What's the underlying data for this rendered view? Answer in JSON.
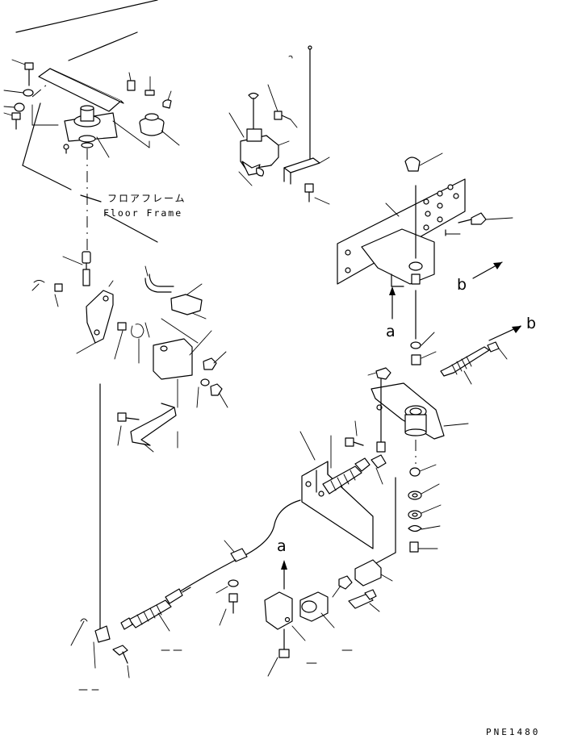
{
  "diagram": {
    "labels": {
      "floor_frame_jp": "フロアフレーム",
      "floor_frame_en": "Floor Frame",
      "arrow_a_upper": "a",
      "arrow_a_lower": "a",
      "arrow_b_right": "b",
      "arrow_b_upper": "b",
      "drawing_code": "PNE1480"
    }
  }
}
